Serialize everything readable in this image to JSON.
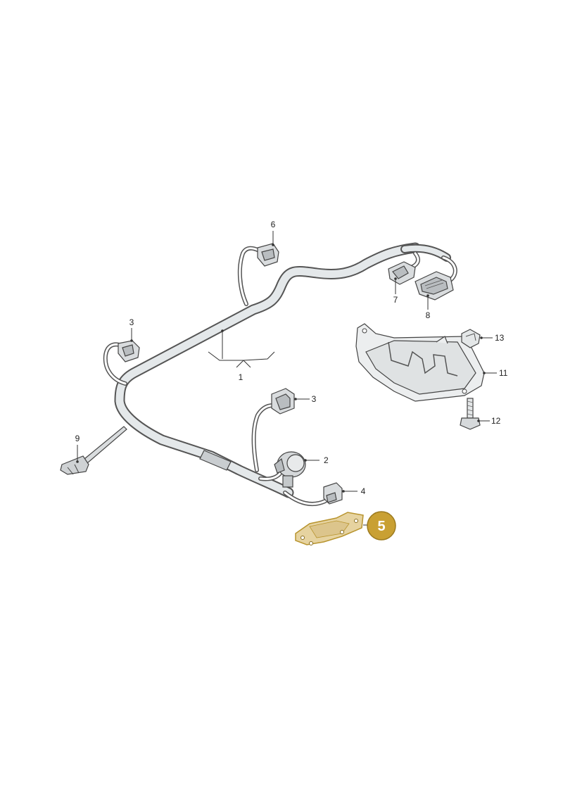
{
  "diagram": {
    "callouts": [
      {
        "id": "1",
        "label": "1"
      },
      {
        "id": "2",
        "label": "2"
      },
      {
        "id": "3a",
        "label": "3"
      },
      {
        "id": "3b",
        "label": "3"
      },
      {
        "id": "4",
        "label": "4"
      },
      {
        "id": "6",
        "label": "6"
      },
      {
        "id": "7",
        "label": "7"
      },
      {
        "id": "8",
        "label": "8"
      },
      {
        "id": "9",
        "label": "9"
      },
      {
        "id": "11",
        "label": "11"
      },
      {
        "id": "12",
        "label": "12"
      },
      {
        "id": "13",
        "label": "13"
      }
    ],
    "highlight": {
      "label": "5",
      "color": "#c9a033"
    },
    "colors": {
      "wire": "#e4e8ea",
      "wire_outline": "#555555",
      "bracket": "#eceeef",
      "highlight_fill": "#e6d3a0",
      "highlight_stroke": "#b8942e"
    }
  }
}
